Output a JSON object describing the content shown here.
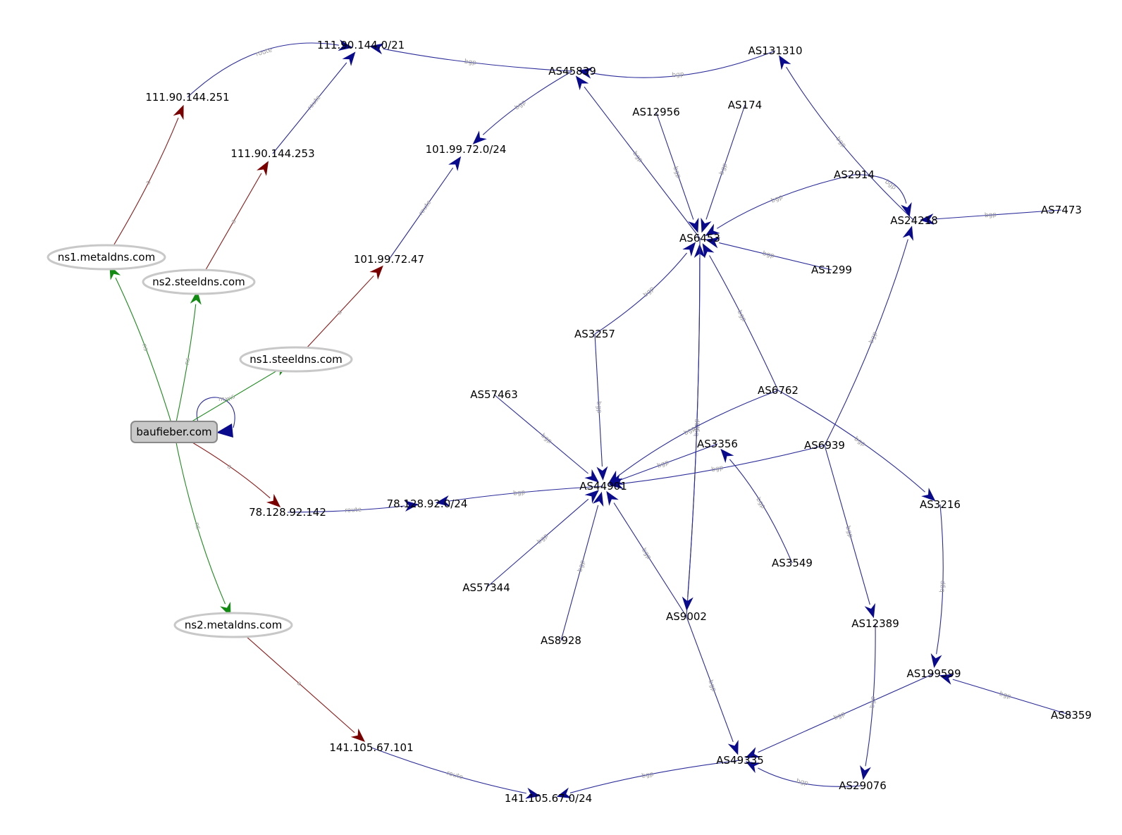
{
  "colors": {
    "route": "#1f1f8a",
    "bgp": "#2b2b9a",
    "dns_a": "#8b1a1a",
    "dns_ns": "#1a8a1a",
    "mx": "#1f1f8a",
    "arrow_blue": "#0a0a8c",
    "arrow_red": "#7a0000",
    "arrow_green": "#108a10",
    "ellipse_stroke": "#c8c8c8",
    "domain_fill": "#c8c8c8",
    "domain_stroke": "#8a8a8a"
  },
  "nodes": [
    {
      "id": "baufieber",
      "label": "baufieber.com",
      "kind": "domain"
    },
    {
      "id": "ns1_metal",
      "label": "ns1.metaldns.com",
      "kind": "nameserver"
    },
    {
      "id": "ns2_steel",
      "label": "ns2.steeldns.com",
      "kind": "nameserver"
    },
    {
      "id": "ns1_steel",
      "label": "ns1.steeldns.com",
      "kind": "nameserver"
    },
    {
      "id": "ns2_metal",
      "label": "ns2.metaldns.com",
      "kind": "nameserver"
    },
    {
      "id": "ip_111_251",
      "label": "111.90.144.251",
      "kind": "ip"
    },
    {
      "id": "ip_111_253",
      "label": "111.90.144.253",
      "kind": "ip"
    },
    {
      "id": "ip_101_47",
      "label": "101.99.72.47",
      "kind": "ip"
    },
    {
      "id": "ip_78_142",
      "label": "78.128.92.142",
      "kind": "ip"
    },
    {
      "id": "ip_141_101",
      "label": "141.105.67.101",
      "kind": "ip"
    },
    {
      "id": "net_111",
      "label": "111.90.144.0/21",
      "kind": "prefix"
    },
    {
      "id": "net_101",
      "label": "101.99.72.0/24",
      "kind": "prefix"
    },
    {
      "id": "net_78",
      "label": "78.128.92.0/24",
      "kind": "prefix"
    },
    {
      "id": "net_141",
      "label": "141.105.67.0/24",
      "kind": "prefix"
    },
    {
      "id": "AS45839",
      "label": "AS45839",
      "kind": "as"
    },
    {
      "id": "AS131310",
      "label": "AS131310",
      "kind": "as"
    },
    {
      "id": "AS12956",
      "label": "AS12956",
      "kind": "as"
    },
    {
      "id": "AS174",
      "label": "AS174",
      "kind": "as"
    },
    {
      "id": "AS2914",
      "label": "AS2914",
      "kind": "as"
    },
    {
      "id": "AS24218",
      "label": "AS24218",
      "kind": "as"
    },
    {
      "id": "AS7473",
      "label": "AS7473",
      "kind": "as"
    },
    {
      "id": "AS6453",
      "label": "AS6453",
      "kind": "as"
    },
    {
      "id": "AS1299",
      "label": "AS1299",
      "kind": "as"
    },
    {
      "id": "AS3257",
      "label": "AS3257",
      "kind": "as"
    },
    {
      "id": "AS6762",
      "label": "AS6762",
      "kind": "as"
    },
    {
      "id": "AS57463",
      "label": "AS57463",
      "kind": "as"
    },
    {
      "id": "AS3356",
      "label": "AS3356",
      "kind": "as"
    },
    {
      "id": "AS6939",
      "label": "AS6939",
      "kind": "as"
    },
    {
      "id": "AS44901",
      "label": "AS44901",
      "kind": "as"
    },
    {
      "id": "AS3216",
      "label": "AS3216",
      "kind": "as"
    },
    {
      "id": "AS3549",
      "label": "AS3549",
      "kind": "as"
    },
    {
      "id": "AS57344",
      "label": "AS57344",
      "kind": "as"
    },
    {
      "id": "AS9002",
      "label": "AS9002",
      "kind": "as"
    },
    {
      "id": "AS12389",
      "label": "AS12389",
      "kind": "as"
    },
    {
      "id": "AS8928",
      "label": "AS8928",
      "kind": "as"
    },
    {
      "id": "AS199599",
      "label": "AS199599",
      "kind": "as"
    },
    {
      "id": "AS8359",
      "label": "AS8359",
      "kind": "as"
    },
    {
      "id": "AS49335",
      "label": "AS49335",
      "kind": "as"
    },
    {
      "id": "AS29076",
      "label": "AS29076",
      "kind": "as"
    }
  ],
  "edges": [
    {
      "from": "baufieber",
      "to": "baufieber",
      "type": "mx",
      "label": "mx"
    },
    {
      "from": "baufieber",
      "to": "ns1_metal",
      "type": "ns",
      "label": "ns"
    },
    {
      "from": "baufieber",
      "to": "ns2_steel",
      "type": "ns",
      "label": "ns"
    },
    {
      "from": "baufieber",
      "to": "ns1_steel",
      "type": "ns",
      "label": "ns"
    },
    {
      "from": "baufieber",
      "to": "ns2_metal",
      "type": "ns",
      "label": "ns"
    },
    {
      "from": "baufieber",
      "to": "ip_78_142",
      "type": "a",
      "label": "a"
    },
    {
      "from": "ns1_metal",
      "to": "ip_111_251",
      "type": "a",
      "label": "a"
    },
    {
      "from": "ns2_steel",
      "to": "ip_111_253",
      "type": "a",
      "label": "a"
    },
    {
      "from": "ns1_steel",
      "to": "ip_101_47",
      "type": "a",
      "label": "a"
    },
    {
      "from": "ns2_metal",
      "to": "ip_141_101",
      "type": "a",
      "label": "a"
    },
    {
      "from": "ip_111_251",
      "to": "net_111",
      "type": "route",
      "label": "route"
    },
    {
      "from": "ip_111_253",
      "to": "net_111",
      "type": "route",
      "label": "route"
    },
    {
      "from": "ip_101_47",
      "to": "net_101",
      "type": "route",
      "label": "route"
    },
    {
      "from": "ip_78_142",
      "to": "net_78",
      "type": "route",
      "label": "route"
    },
    {
      "from": "ip_141_101",
      "to": "net_141",
      "type": "route",
      "label": "route"
    },
    {
      "from": "AS45839",
      "to": "net_111",
      "type": "bgp",
      "label": "bgp"
    },
    {
      "from": "AS45839",
      "to": "net_101",
      "type": "bgp",
      "label": "bgp"
    },
    {
      "from": "AS131310",
      "to": "AS45839",
      "type": "bgp",
      "label": "bgp"
    },
    {
      "from": "AS6453",
      "to": "AS45839",
      "type": "bgp",
      "label": "bgp"
    },
    {
      "from": "AS24218",
      "to": "AS131310",
      "type": "bgp",
      "label": "bgp"
    },
    {
      "from": "AS12956",
      "to": "AS6453",
      "type": "bgp",
      "label": "bgp"
    },
    {
      "from": "AS174",
      "to": "AS6453",
      "type": "bgp",
      "label": "bgp"
    },
    {
      "from": "AS2914",
      "to": "AS6453",
      "type": "bgp",
      "label": "bgp"
    },
    {
      "from": "AS2914",
      "to": "AS24218",
      "type": "bgp",
      "label": "bgp"
    },
    {
      "from": "AS7473",
      "to": "AS24218",
      "type": "bgp",
      "label": "bgp"
    },
    {
      "from": "AS1299",
      "to": "AS6453",
      "type": "bgp",
      "label": "bgp"
    },
    {
      "from": "AS3257",
      "to": "AS6453",
      "type": "bgp",
      "label": "bgp"
    },
    {
      "from": "AS6762",
      "to": "AS6453",
      "type": "bgp",
      "label": "bgp"
    },
    {
      "from": "AS9002",
      "to": "AS6453",
      "type": "bgp",
      "label": "bgp"
    },
    {
      "from": "AS6453",
      "to": "AS9002",
      "type": "bgp",
      "label": "bgp"
    },
    {
      "from": "AS6939",
      "to": "AS24218",
      "type": "bgp",
      "label": "bgp"
    },
    {
      "from": "AS3257",
      "to": "AS44901",
      "type": "bgp",
      "label": "bgp"
    },
    {
      "from": "AS57463",
      "to": "AS44901",
      "type": "bgp",
      "label": "bgp"
    },
    {
      "from": "AS6762",
      "to": "AS44901",
      "type": "bgp",
      "label": "bgp"
    },
    {
      "from": "AS3356",
      "to": "AS44901",
      "type": "bgp",
      "label": "bgp"
    },
    {
      "from": "AS6939",
      "to": "AS44901",
      "type": "bgp",
      "label": "bgp"
    },
    {
      "from": "AS57344",
      "to": "AS44901",
      "type": "bgp",
      "label": "bgp"
    },
    {
      "from": "AS8928",
      "to": "AS44901",
      "type": "bgp",
      "label": "bgp"
    },
    {
      "from": "AS9002",
      "to": "AS44901",
      "type": "bgp",
      "label": "bgp"
    },
    {
      "from": "AS44901",
      "to": "net_78",
      "type": "bgp",
      "label": "bgp"
    },
    {
      "from": "AS3549",
      "to": "AS3356",
      "type": "bgp",
      "label": "bgp"
    },
    {
      "from": "AS6762",
      "to": "AS3216",
      "type": "bgp",
      "label": "bgp"
    },
    {
      "from": "AS6939",
      "to": "AS12389",
      "type": "bgp",
      "label": "bgp"
    },
    {
      "from": "AS3216",
      "to": "AS199599",
      "type": "bgp",
      "label": "bgp"
    },
    {
      "from": "AS8359",
      "to": "AS199599",
      "type": "bgp",
      "label": "bgp"
    },
    {
      "from": "AS199599",
      "to": "AS49335",
      "type": "bgp",
      "label": "bgp"
    },
    {
      "from": "AS9002",
      "to": "AS49335",
      "type": "bgp",
      "label": "bgp"
    },
    {
      "from": "AS12389",
      "to": "AS29076",
      "type": "bgp",
      "label": "bgp"
    },
    {
      "from": "AS29076",
      "to": "AS49335",
      "type": "bgp",
      "label": "bgp"
    },
    {
      "from": "AS49335",
      "to": "net_141",
      "type": "bgp",
      "label": "bgp"
    }
  ]
}
